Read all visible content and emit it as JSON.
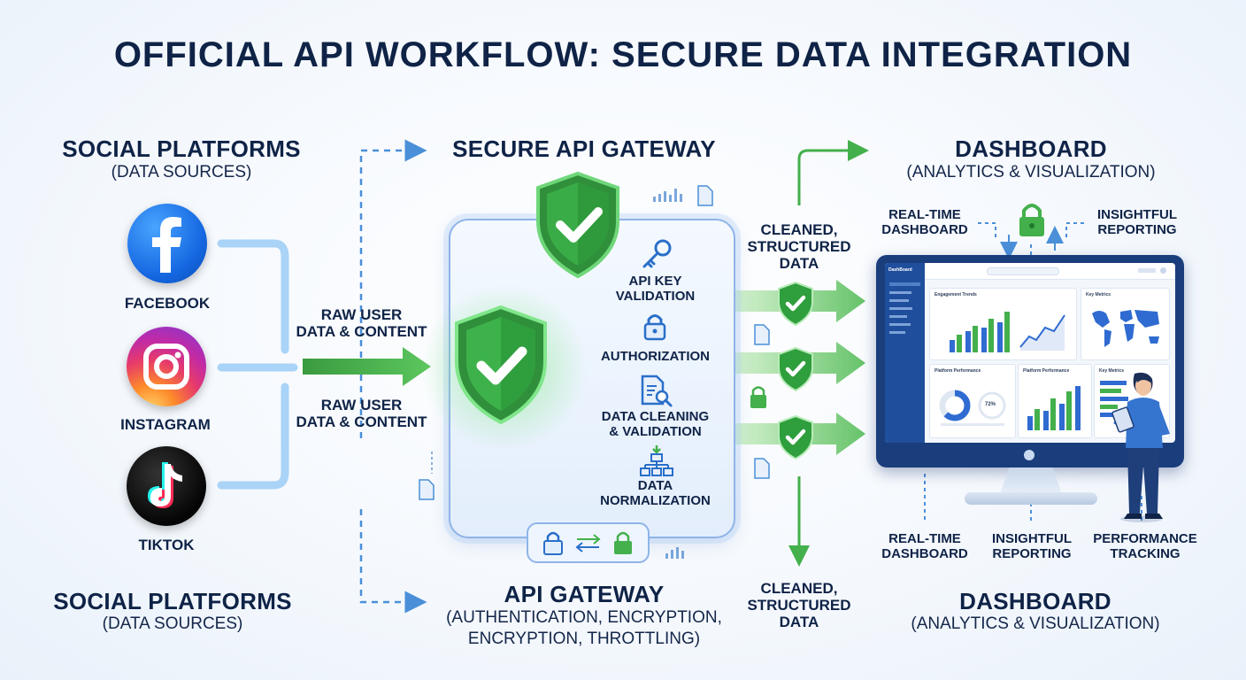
{
  "title": "OFFICIAL API WORKFLOW: SECURE DATA INTEGRATION",
  "left": {
    "heading_top": "SOCIAL PLATFORMS",
    "sub_top": "(DATA SOURCES)",
    "heading_bottom": "SOCIAL PLATFORMS",
    "sub_bottom": "(DATA SOURCES)",
    "platforms": [
      {
        "label": "FACEBOOK",
        "icon": "facebook-logo"
      },
      {
        "label": "INSTAGRAM",
        "icon": "instagram-logo"
      },
      {
        "label": "TIKTOK",
        "icon": "tiktok-logo"
      }
    ]
  },
  "flow_left": {
    "label_top": [
      "RAW USER",
      "DATA & CONTENT"
    ],
    "label_bottom": [
      "RAW USER",
      "DATA & CONTENT"
    ]
  },
  "gateway": {
    "heading_top": "SECURE API GATEWAY",
    "heading_bottom": "API GATEWAY",
    "sub_bottom_1": "(AUTHENTICATION, ENCRYPTION,",
    "sub_bottom_2": "ENCRYPTION, THROTTLING)",
    "steps": [
      {
        "label": [
          "API KEY",
          "VALIDATION"
        ],
        "icon": "key-icon"
      },
      {
        "label": [
          "AUTHORIZATION"
        ],
        "icon": "lock-icon"
      },
      {
        "label": [
          "DATA CLEANING",
          "& VALIDATION"
        ],
        "icon": "document-search-icon"
      },
      {
        "label": [
          "DATA",
          "NORMALIZATION"
        ],
        "icon": "hierarchy-icon"
      }
    ]
  },
  "flow_right": {
    "label_top": [
      "CLEANED,",
      "STRUCTURED",
      "DATA"
    ],
    "label_bottom": [
      "CLEANED,",
      "STRUCTURED",
      "DATA"
    ]
  },
  "dashboard": {
    "heading_top": "DASHBOARD",
    "sub_top": "(ANALYTICS & VISUALIZATION)",
    "heading_bottom": "DASHBOARD",
    "sub_bottom": "(ANALYTICS & VISUALIZATION)",
    "top_left_label": [
      "REAL-TIME",
      "DASHBOARD"
    ],
    "top_right_label": [
      "INSIGHTFUL",
      "REPORTING"
    ],
    "bottom_labels": [
      [
        "REAL-TIME",
        "DASHBOARD"
      ],
      [
        "INSIGHTFUL",
        "REPORTING"
      ],
      [
        "PERFORMANCE",
        "TRACKING"
      ]
    ],
    "screen": {
      "logo": "DashBoard",
      "cards": [
        "Engagement Trends",
        "Key Metrics",
        "Platform Performance",
        "Platform Performance",
        "Key Metrics"
      ],
      "donut_value": "72%"
    }
  },
  "colors": {
    "navy": "#0f2347",
    "green": "#3aa845",
    "blue_line": "#4a8fd8",
    "light_blue": "#a9d3f7"
  }
}
